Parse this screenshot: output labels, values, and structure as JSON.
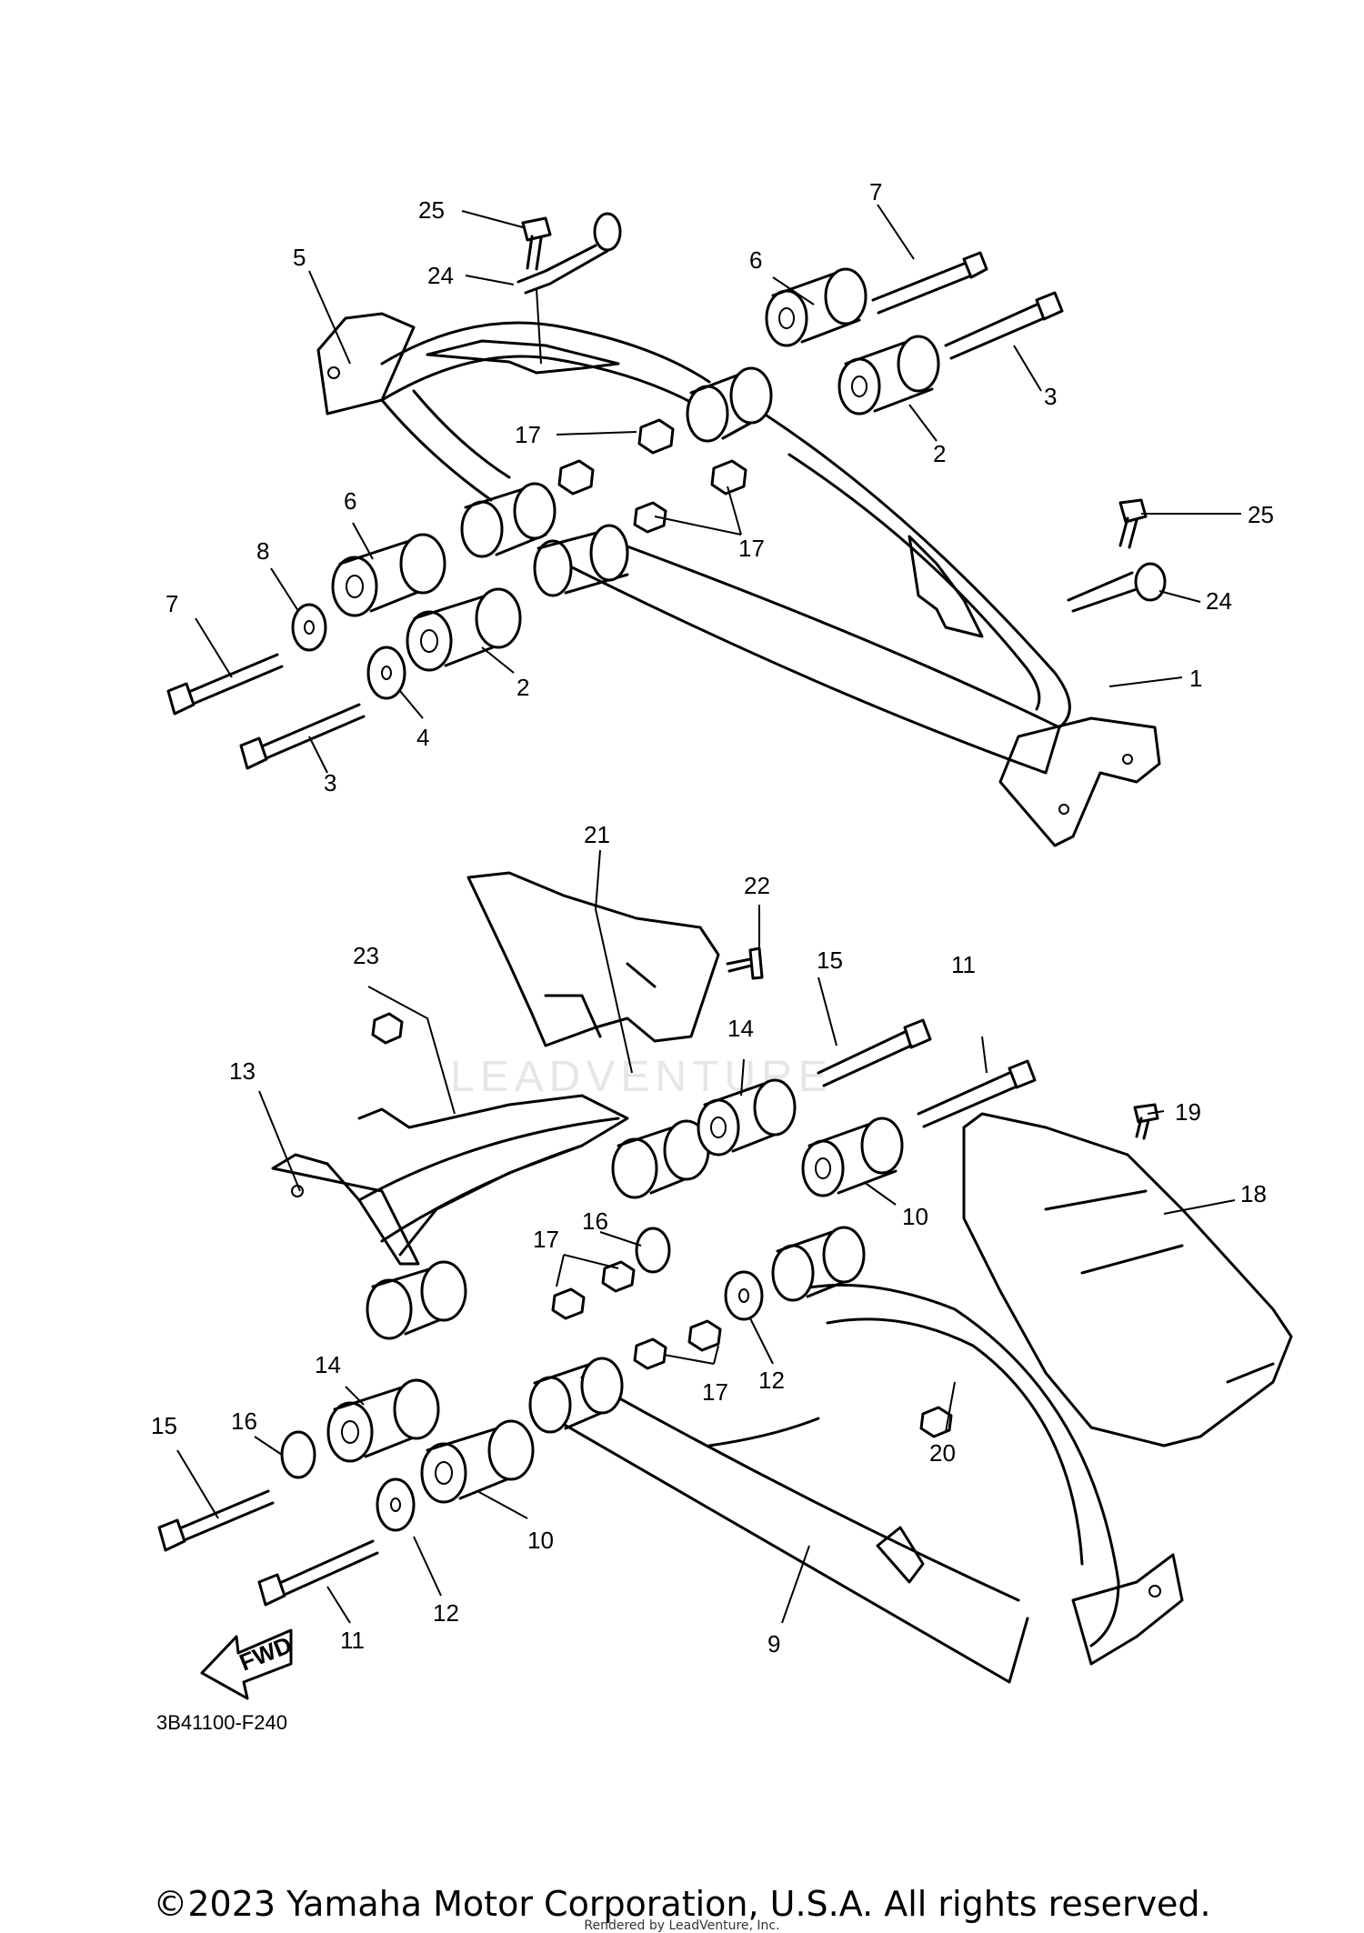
{
  "diagram_code": "3B41100-F240",
  "fwd_label": "FWD",
  "watermark": "LEADVENTURE",
  "copyright": "©2023 Yamaha Motor Corporation, U.S.A. All rights reserved.",
  "rendered_by": "Rendered by LeadVenture, Inc.",
  "callouts": {
    "c1": "1",
    "c2a": "2",
    "c2b": "2",
    "c3a": "3",
    "c3b": "3",
    "c4": "4",
    "c5": "5",
    "c6a": "6",
    "c6b": "6",
    "c7a": "7",
    "c7b": "7",
    "c8": "8",
    "c9": "9",
    "c10a": "10",
    "c10b": "10",
    "c11a": "11",
    "c11b": "11",
    "c12a": "12",
    "c12b": "12",
    "c13": "13",
    "c14a": "14",
    "c14b": "14",
    "c15a": "15",
    "c15b": "15",
    "c16a": "16",
    "c16b": "16",
    "c17a": "17",
    "c17b": "17",
    "c17c": "17",
    "c17d": "17",
    "c18": "18",
    "c19": "19",
    "c20": "20",
    "c21": "21",
    "c22": "22",
    "c23": "23",
    "c24a": "24",
    "c24b": "24",
    "c25a": "25",
    "c25b": "25"
  }
}
